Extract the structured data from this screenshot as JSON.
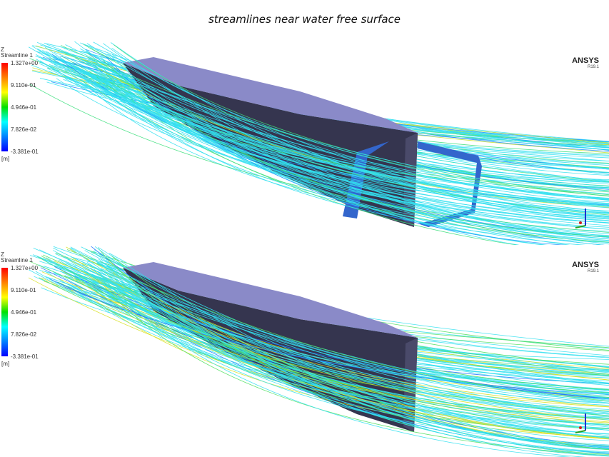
{
  "figure": {
    "title": "streamlines near water free surface"
  },
  "panels": [
    {
      "legend": {
        "variable": "Z",
        "name": "Streamline 1",
        "ticks": [
          "1.327e+00",
          "9.110e-01",
          "4.946e-01",
          "7.826e-02",
          "-3.381e-01"
        ],
        "unit": "[m]"
      },
      "logo": {
        "name": "ANSYS",
        "version": "R19.1"
      },
      "has_foil_frame": true
    },
    {
      "legend": {
        "variable": "Z",
        "name": "Streamline 1",
        "ticks": [
          "1.327e+00",
          "9.110e-01",
          "4.946e-01",
          "7.826e-02",
          "-3.381e-01"
        ],
        "unit": "[m]"
      },
      "logo": {
        "name": "ANSYS",
        "version": "R19.1"
      },
      "has_foil_frame": false
    }
  ],
  "colors": {
    "deck": "#8a8ac8",
    "hull_side": "#35354f",
    "foil": "#3366cc",
    "streamline_main": "#33e0f0"
  },
  "colormap": [
    "#ff0000",
    "#ff8000",
    "#ffff00",
    "#00e000",
    "#00ffff",
    "#0080ff",
    "#0000ff"
  ]
}
